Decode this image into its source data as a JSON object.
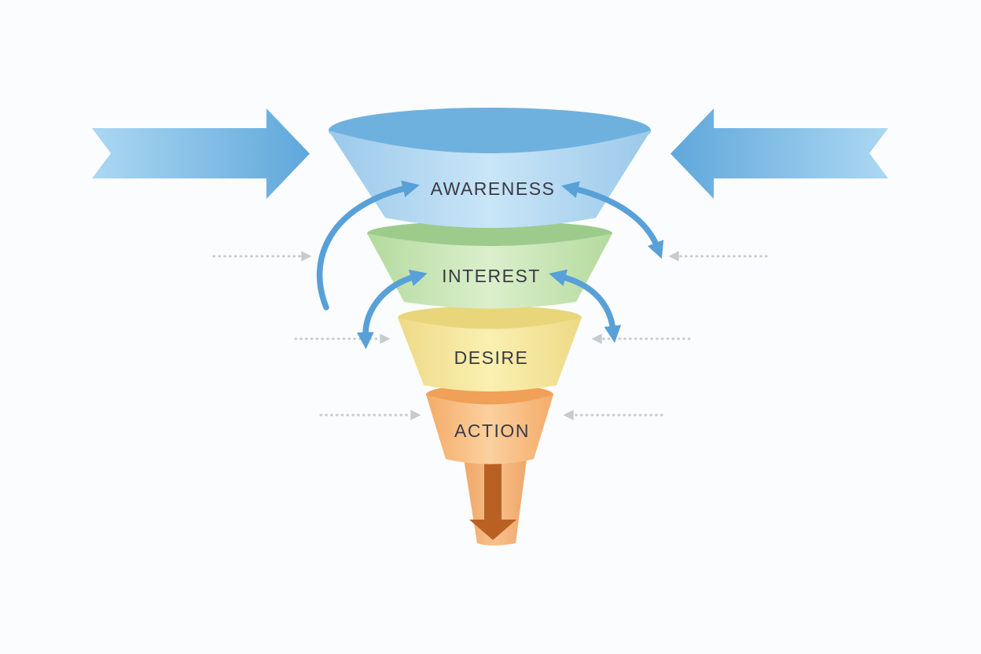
{
  "diagram": {
    "type": "marketing-funnel-aida",
    "stages": [
      {
        "label": "AWARENESS",
        "cap_color": "#6fb1de",
        "body_color": "#c9e5f7",
        "edge_color": "#9bc9ea"
      },
      {
        "label": "INTEREST",
        "cap_color": "#9dcb8c",
        "body_color": "#dbefcc",
        "edge_color": "#b4da9e"
      },
      {
        "label": "DESIRE",
        "cap_color": "#e9d67b",
        "body_color": "#faf0b0",
        "edge_color": "#eeda87"
      },
      {
        "label": "ACTION",
        "cap_color": "#f1a058",
        "body_color": "#fbd09e",
        "edge_color": "#f4ac69"
      }
    ],
    "colors": {
      "inflow_light": "#acd8f2",
      "inflow_dark": "#5fa7db",
      "loop_arrow": "#58a0d8",
      "dashed_arrow": "#c6cbd1",
      "outlet_arrow": "#b96125",
      "spout_center": "#f8c08c",
      "spout_edge": "#efa768",
      "label_text": "#3a3a44",
      "background": "#fbfcfd"
    }
  }
}
